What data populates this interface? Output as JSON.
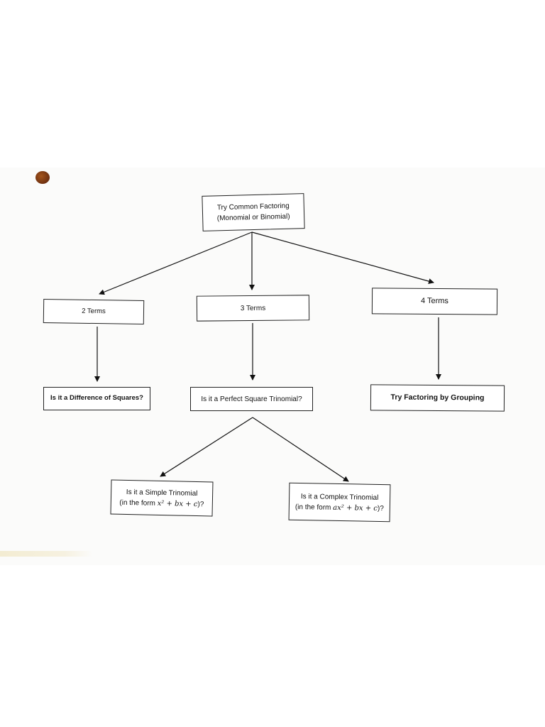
{
  "nodes": {
    "root": {
      "line1": "Try Common Factoring",
      "line2": "(Monomial or Binomial)"
    },
    "two_terms": {
      "label": "2 Terms"
    },
    "three_terms": {
      "label": "3 Terms"
    },
    "four_terms": {
      "label": "4 Terms"
    },
    "difference_of_squares": {
      "label": "Is it a Difference of Squares?"
    },
    "perfect_square": {
      "label": "Is it a Perfect Square Trinomial?"
    },
    "grouping": {
      "label": "Try Factoring by Grouping"
    },
    "simple_trinomial": {
      "line1": "Is it a Simple Trinomial",
      "line2_prefix": "(in the form",
      "formula": "x² + bx + c",
      "line2_suffix": ")?"
    },
    "complex_trinomial": {
      "line1": "Is it a Complex Trinomial",
      "line2_prefix": "(in the form",
      "formula": "ax² + bx + c",
      "line2_suffix": ")?"
    }
  }
}
